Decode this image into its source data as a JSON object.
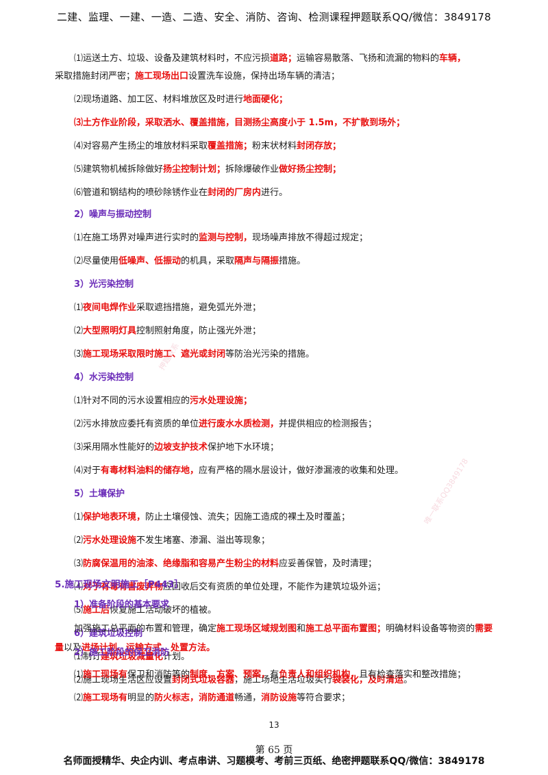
{
  "header": "二建、监理、一建、一造、二造、安全、消防、咨询、检测课程押题联系QQ/微信：3849178",
  "footer": "名师面授精华、央企内训、考点串讲、习题模考、考前三页纸、绝密押题联系QQ/微信：3849178",
  "page_number": "13",
  "page_label": "第 65 页",
  "watermarks": [
    "押题联系",
    "唯一联系QQ3849178"
  ],
  "lines": [
    [
      {
        "t": "⑴运送土方、垃圾、设备及建筑材料时，不应污损"
      },
      {
        "t": "道路；",
        "r": true
      },
      {
        "t": "运输容易散落、飞扬和流漏的物料的"
      },
      {
        "t": "车辆，",
        "r": true
      }
    ],
    [
      {
        "t": "采取措施封闭严密；"
      },
      {
        "t": "施工现场出口",
        "r": true
      },
      {
        "t": "设置洗车设施，保持出场车辆的清洁；"
      }
    ],
    [
      {
        "t": "⑵现场道路、加工区、材料堆放区及时进行"
      },
      {
        "t": "地面硬化；",
        "r": true
      }
    ],
    [
      {
        "t": "⑶土方作业阶段，采取洒水、覆盖措施，目测扬尘高度小于 1.5m，不扩散到场外；",
        "r": true
      }
    ],
    [
      {
        "t": "⑷对容易产生扬尘的堆放材料采取"
      },
      {
        "t": "覆盖措施；",
        "r": true
      },
      {
        "t": "粉末状材料"
      },
      {
        "t": "封闭存放；",
        "r": true
      }
    ],
    [
      {
        "t": "⑸建筑物机械拆除做好"
      },
      {
        "t": "扬尘控制计划；",
        "r": true
      },
      {
        "t": "拆除爆破作业"
      },
      {
        "t": "做好扬尘控制；",
        "r": true
      }
    ],
    [
      {
        "t": "⑹管道和钢结构的喷砂除锈作业在"
      },
      {
        "t": "封闭的厂房内",
        "r": true
      },
      {
        "t": "进行。"
      }
    ],
    [
      {
        "t": "2）噪声与振动控制",
        "s": true
      }
    ],
    [
      {
        "t": "⑴在施工场界对噪声进行实时的"
      },
      {
        "t": "监测与控制，",
        "r": true
      },
      {
        "t": "现场噪声排放不得超过规定；"
      }
    ],
    [
      {
        "t": "⑵尽量使用"
      },
      {
        "t": "低噪声、低振动",
        "r": true
      },
      {
        "t": "的机具，采取"
      },
      {
        "t": "隔声与隔振",
        "r": true
      },
      {
        "t": "措施。"
      }
    ],
    [
      {
        "t": "3）光污染控制",
        "s": true
      }
    ],
    [
      {
        "t": "⑴"
      },
      {
        "t": "夜间电焊作业",
        "r": true
      },
      {
        "t": "采取遮挡措施，避免弧光外泄；"
      }
    ],
    [
      {
        "t": "⑵"
      },
      {
        "t": "大型照明灯具",
        "r": true
      },
      {
        "t": "控制照射角度，防止强光外泄；"
      }
    ],
    [
      {
        "t": "⑶"
      },
      {
        "t": "施工现场采取限时施工、遮光或封闭",
        "r": true
      },
      {
        "t": "等防治光污染的措施。"
      }
    ],
    [
      {
        "t": "4）水污染控制",
        "s": true
      }
    ],
    [
      {
        "t": "⑴针对不同的污水设置相应的"
      },
      {
        "t": "污水处理设施；",
        "r": true
      }
    ],
    [
      {
        "t": "⑵污水排放应委托有资质的单位"
      },
      {
        "t": "进行废水水质检测，",
        "r": true
      },
      {
        "t": "并提供相应的检测报告；"
      }
    ],
    [
      {
        "t": "⑶采用隔水性能好的"
      },
      {
        "t": "边坡支护技术",
        "r": true
      },
      {
        "t": "保护地下水环境；"
      }
    ],
    [
      {
        "t": "⑷对于"
      },
      {
        "t": "有毒材料油料的储存地，",
        "r": true
      },
      {
        "t": "应有严格的隔水层设计，做好渗漏液的收集和处理。"
      }
    ],
    [
      {
        "t": "5）土壤保护",
        "s": true
      }
    ],
    [
      {
        "t": "⑴"
      },
      {
        "t": "保护地表环境，",
        "r": true
      },
      {
        "t": "防止土壤侵蚀、流失；因施工造成的裸土及时覆盖；"
      }
    ],
    [
      {
        "t": "⑵"
      },
      {
        "t": "污水处理设施",
        "r": true
      },
      {
        "t": "不发生堵塞、渗漏、溢出等现象；"
      }
    ],
    [
      {
        "t": "⑶"
      },
      {
        "t": "防腐保温用的油漆、绝缘脂和容易产生粉尘的材料",
        "r": true
      },
      {
        "t": "应妥善保管，及时清理；"
      }
    ],
    [
      {
        "t": "⑷"
      },
      {
        "t": "对于有毒有害废弃物",
        "r": true
      },
      {
        "t": "应回收后交有资质的单位处理，不能作为建筑垃圾外运；"
      }
    ],
    [
      {
        "t": "⑸"
      },
      {
        "t": "施工后",
        "r": true
      },
      {
        "t": "恢复施工活动破坏的植被。"
      }
    ],
    [
      {
        "t": "6）建筑垃圾控制",
        "s": true
      }
    ],
    [
      {
        "t": "⑴制订"
      },
      {
        "t": "建筑垃圾减量化",
        "r": true
      },
      {
        "t": "计划。"
      }
    ],
    [
      {
        "t": "⑵施工现场生活区应设置"
      },
      {
        "t": "封闭式垃圾容器",
        "r": true
      },
      {
        "t": "，施工场地生活垃圾实行"
      },
      {
        "t": "袋装化，及时清运",
        "r": true
      },
      {
        "t": "。"
      }
    ],
    [
      {
        "t": "5.施工现场文明施工［P443］",
        "s5": true
      }
    ],
    [
      {
        "t": "1）准备阶段的基本要求",
        "s": true
      }
    ],
    [
      {
        "t": "加强施工总平面的布置和管理，确定"
      },
      {
        "t": "施工现场区域规划图",
        "r": true
      },
      {
        "t": "和"
      },
      {
        "t": "施工总平面布置图；",
        "r": true
      },
      {
        "t": "明确材料设备等物资的"
      },
      {
        "t": "需要量",
        "r": true
      },
      {
        "t": "以及"
      },
      {
        "t": "进场计划、运输方式、处置方法。",
        "r": true
      }
    ],
    [
      {
        "t": "2）施工阶段的保卫消防",
        "s": true
      }
    ],
    [
      {
        "t": "⑴"
      },
      {
        "t": "施工现场有",
        "r": true
      },
      {
        "t": "保卫和消防等的"
      },
      {
        "t": "制度、方案、预案，",
        "r": true
      },
      {
        "t": "有"
      },
      {
        "t": "负责人和组织机构，",
        "r": true
      },
      {
        "t": "且有检查落实和整改措施；"
      }
    ],
    [
      {
        "t": "⑵"
      },
      {
        "t": "施工现场有",
        "r": true
      },
      {
        "t": "明显的"
      },
      {
        "t": "防火标志，消防通道",
        "r": true
      },
      {
        "t": "畅通，"
      },
      {
        "t": "消防设施",
        "r": true
      },
      {
        "t": "等符合要求；"
      }
    ]
  ]
}
